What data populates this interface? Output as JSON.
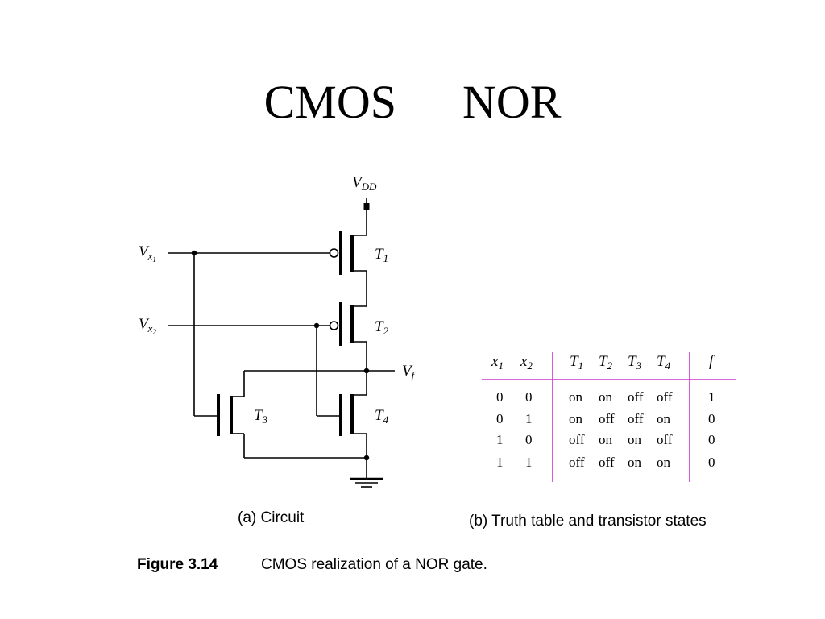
{
  "title": {
    "left": "CMOS",
    "right": "NOR"
  },
  "circuit": {
    "supply": {
      "main": "V",
      "sub": "DD"
    },
    "inputs": [
      {
        "main": "V",
        "sub": "x",
        "subsub": "1"
      },
      {
        "main": "V",
        "sub": "x",
        "subsub": "2"
      }
    ],
    "output": {
      "main": "V",
      "sub": "f"
    },
    "transistors": [
      {
        "main": "T",
        "sub": "1"
      },
      {
        "main": "T",
        "sub": "2"
      },
      {
        "main": "T",
        "sub": "3"
      },
      {
        "main": "T",
        "sub": "4"
      }
    ],
    "caption": "(a) Circuit"
  },
  "truth_table": {
    "headers": {
      "inputs": [
        {
          "main": "x",
          "sub": "1"
        },
        {
          "main": "x",
          "sub": "2"
        }
      ],
      "states": [
        {
          "main": "T",
          "sub": "1"
        },
        {
          "main": "T",
          "sub": "2"
        },
        {
          "main": "T",
          "sub": "3"
        },
        {
          "main": "T",
          "sub": "4"
        }
      ],
      "output": "f"
    },
    "rows": [
      {
        "inputs": [
          "0",
          "0"
        ],
        "states": [
          "on",
          "on",
          "off",
          "off"
        ],
        "output": "1"
      },
      {
        "inputs": [
          "0",
          "1"
        ],
        "states": [
          "on",
          "off",
          "off",
          "on"
        ],
        "output": "0"
      },
      {
        "inputs": [
          "1",
          "0"
        ],
        "states": [
          "off",
          "on",
          "on",
          "off"
        ],
        "output": "0"
      },
      {
        "inputs": [
          "1",
          "1"
        ],
        "states": [
          "off",
          "off",
          "on",
          "on"
        ],
        "output": "0"
      }
    ],
    "caption": "(b) Truth table and transistor states",
    "rule_color": "#cc33cc"
  },
  "figure": {
    "number": "Figure 3.14",
    "text": "CMOS realization of a NOR gate."
  }
}
